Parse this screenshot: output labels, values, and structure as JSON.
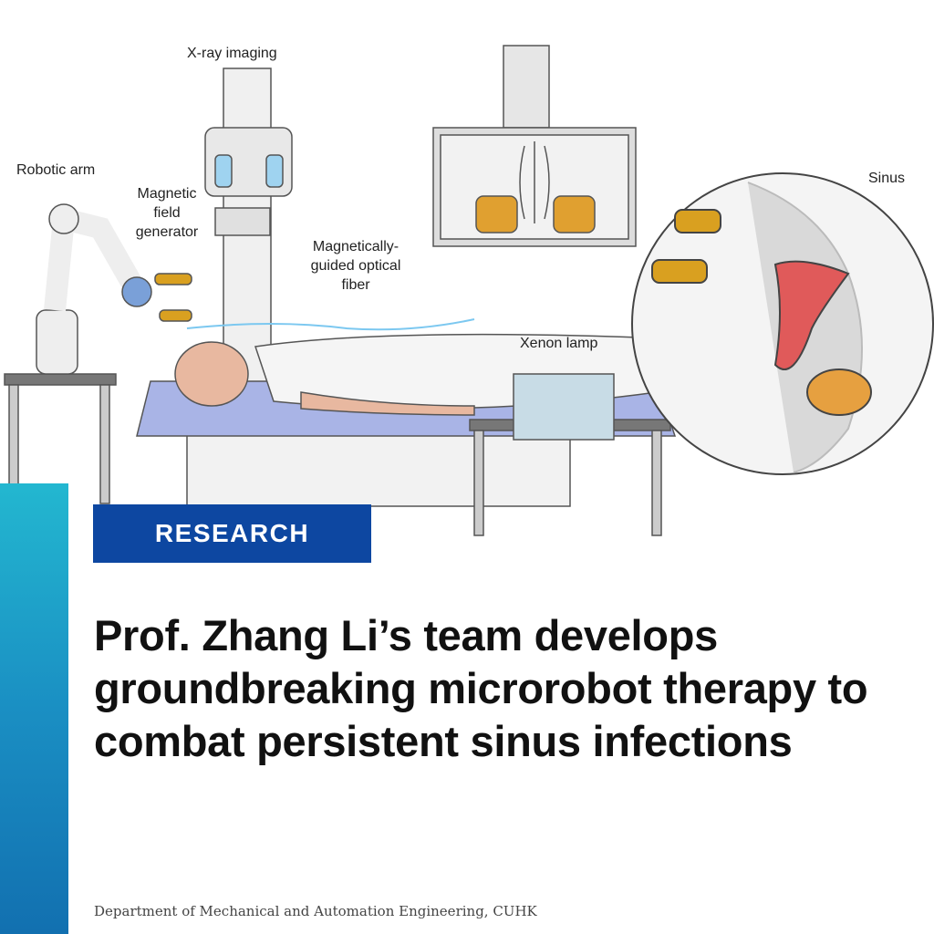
{
  "illustration": {
    "labels": {
      "xray": "X-ray imaging",
      "robotic_arm": "Robotic arm",
      "magnetic_1": "Magnetic",
      "magnetic_2": "field",
      "magnetic_3": "generator",
      "fiber_1": "Magnetically-",
      "fiber_2": "guided optical",
      "fiber_3": "fiber",
      "xenon": "Xenon lamp",
      "sinus": "Sinus"
    }
  },
  "badge": "RESEARCH",
  "headline": "Prof. Zhang Li’s team develops groundbreaking microrobot therapy to combat persistent sinus infections",
  "footer": "Department of Mechanical and Automation Engineering, CUHK",
  "colors": {
    "badge": "#0d47a1",
    "bar_top": "#23b7d0",
    "bar_bottom": "#1270b0"
  }
}
